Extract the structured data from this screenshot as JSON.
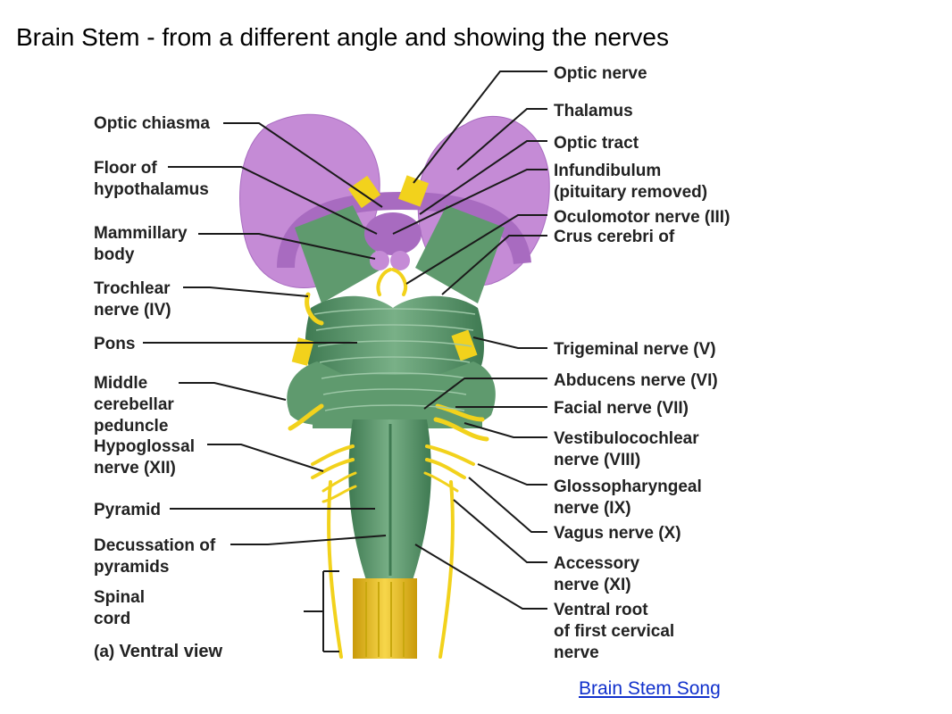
{
  "slide": {
    "title": "Brain Stem -  from a different angle and showing the nerves",
    "link_text": "Brain Stem Song"
  },
  "diagram": {
    "caption_letter": "(a)",
    "caption_text": "Ventral view",
    "left_labels": {
      "optic_chiasma": [
        "Optic chiasma"
      ],
      "floor_hypothalamus": [
        "Floor of",
        "hypothalamus"
      ],
      "mammillary_body": [
        "Mammillary",
        "body"
      ],
      "trochlear": [
        "Trochlear",
        "nerve (IV)"
      ],
      "pons": [
        "Pons"
      ],
      "middle_cerebellar": [
        "Middle",
        "cerebellar",
        "peduncle"
      ],
      "hypoglossal": [
        "Hypoglossal",
        "nerve (XII)"
      ],
      "pyramid": [
        "Pyramid"
      ],
      "decussation": [
        "Decussation of",
        "pyramids"
      ],
      "spinal_cord": [
        "Spinal",
        "cord"
      ]
    },
    "right_labels": {
      "optic_nerve": [
        "Optic nerve"
      ],
      "thalamus": [
        "Thalamus"
      ],
      "optic_tract": [
        "Optic tract"
      ],
      "infundibulum": [
        "Infundibulum",
        "(pituitary removed)"
      ],
      "oculomotor": [
        "Oculomotor nerve (III)"
      ],
      "crus_cerebri": [
        "Crus cerebri of"
      ],
      "trigeminal": [
        "Trigeminal nerve (V)"
      ],
      "abducens": [
        "Abducens nerve (VI)"
      ],
      "facial": [
        "Facial nerve (VII)"
      ],
      "vestibulocochlear": [
        "Vestibulocochlear",
        "nerve (VIII)"
      ],
      "glossopharyngeal": [
        "Glossopharyngeal",
        "nerve (IX)"
      ],
      "vagus": [
        "Vagus nerve (X)"
      ],
      "accessory": [
        "Accessory",
        "nerve (XI)"
      ],
      "ventral_root": [
        "Ventral root",
        "of first cervical",
        "nerve"
      ]
    },
    "colors": {
      "thalamus": "#c58bd6",
      "thalamus_shade": "#a86bc0",
      "brainstem": "#5f9a6e",
      "brainstem_dark": "#3f7a52",
      "brainstem_light": "#9cc7a6",
      "nerve": "#f2d21c",
      "nerve_dark": "#c9a80e",
      "spinal_cord": "#f0c419"
    }
  }
}
